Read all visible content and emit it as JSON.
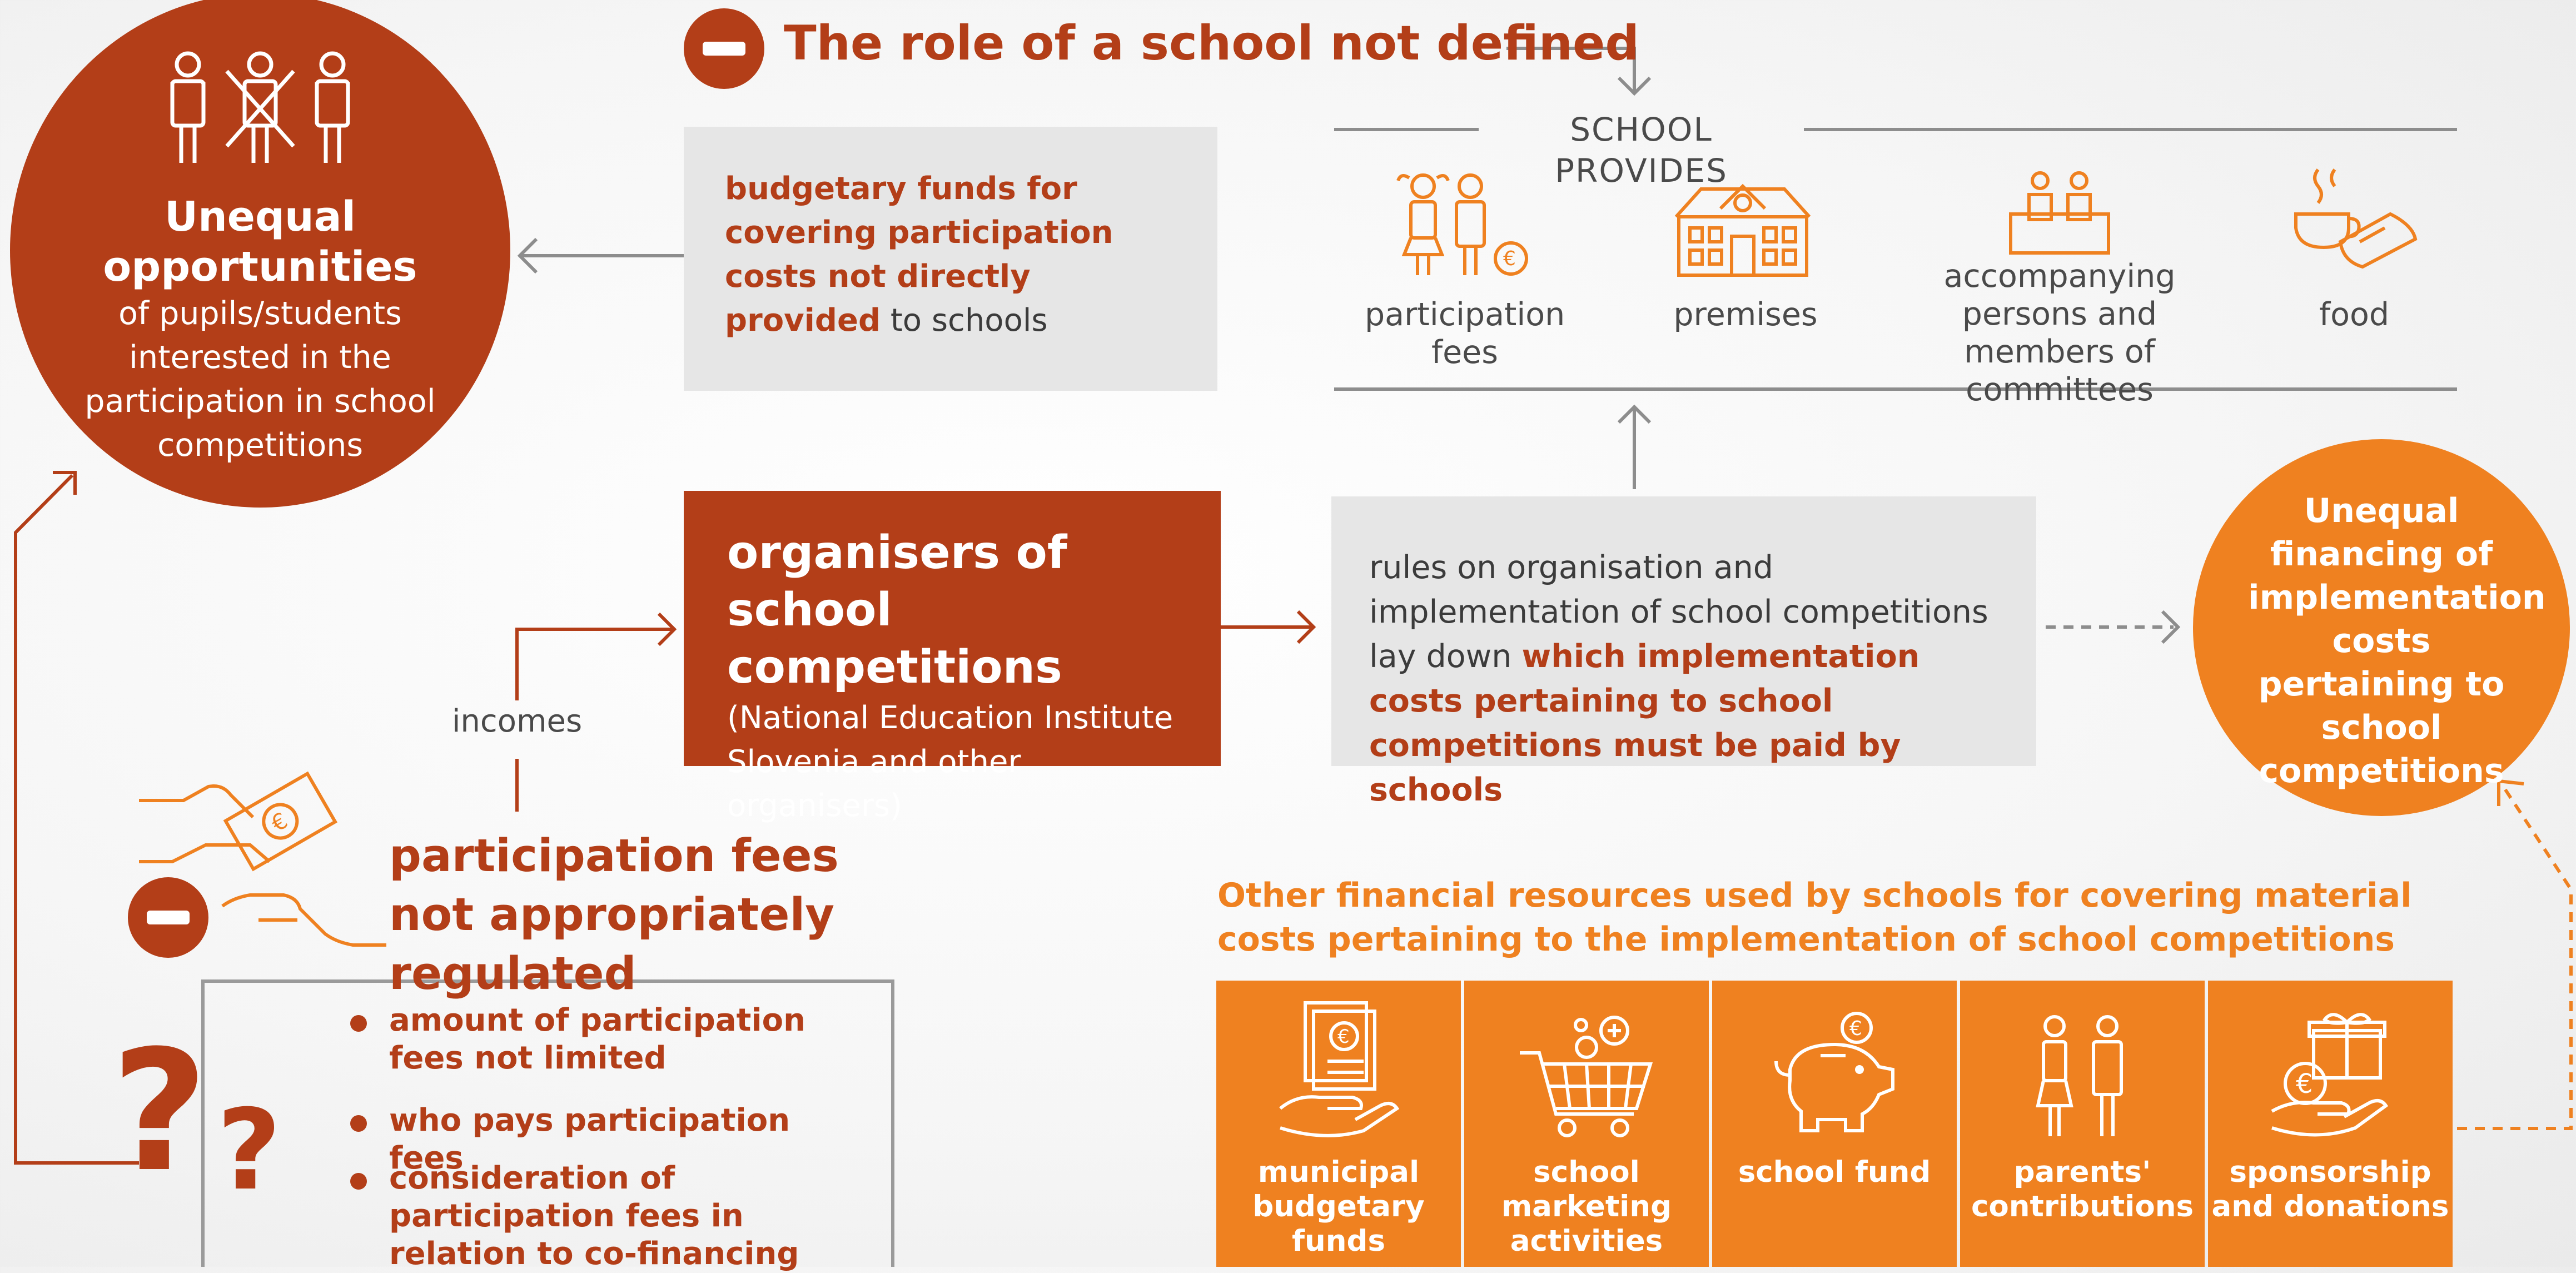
{
  "colors": {
    "brown": "#b33e18",
    "orange": "#ef8120",
    "gray_box": "#e6e6e6",
    "arrow_gray": "#8d8d8d"
  },
  "title": "The role of a school not defined",
  "unequal_opportunities": {
    "title": "Unequal opportunities",
    "text": "of pupils/students interested in the participation in school competitions",
    "icon": "three-persons-one-crossed-icon"
  },
  "budgetary_box": {
    "bold": "budgetary funds for covering participation costs not directly provided",
    "rest": " to schools"
  },
  "school_provides": {
    "header": "SCHOOL PROVIDES",
    "items": [
      {
        "label": "participation fees",
        "icon": "children-euro-icon"
      },
      {
        "label": "premises",
        "icon": "school-building-icon"
      },
      {
        "label": "accompanying persons and members of committees",
        "icon": "committee-table-icon"
      },
      {
        "label": "food",
        "icon": "food-icon"
      }
    ]
  },
  "organisers": {
    "bold": "organisers of school competitions",
    "rest": " (National Education Institute Slovenia and other organisers)"
  },
  "incomes_label": "incomes",
  "rules_box": {
    "normal": "rules on organisation and implementation of school competitions lay down ",
    "bold": "which implementation costs pertaining to school competitions must be paid by schools"
  },
  "unequal_financing": "Unequal financing of implementation costs pertaining to school competitions",
  "fees_heading": "participation fees not appropriately regulated",
  "bullets": [
    "amount of participation fees not limited",
    "who pays participation fees",
    "consideration of participation fees in relation to co-financing"
  ],
  "other_resources": {
    "heading": "Other financial resources used by schools for covering material costs pertaining to the implementation of school competitions",
    "items": [
      {
        "label": "municipal budgetary funds",
        "icon": "hand-document-euro-icon"
      },
      {
        "label": "school marketing activities",
        "icon": "shopping-cart-icon"
      },
      {
        "label": "school fund",
        "icon": "piggy-bank-icon"
      },
      {
        "label": "parents' contributions",
        "icon": "parents-icon"
      },
      {
        "label": "sponsorship and donations",
        "icon": "gift-coin-hand-icon"
      }
    ]
  }
}
